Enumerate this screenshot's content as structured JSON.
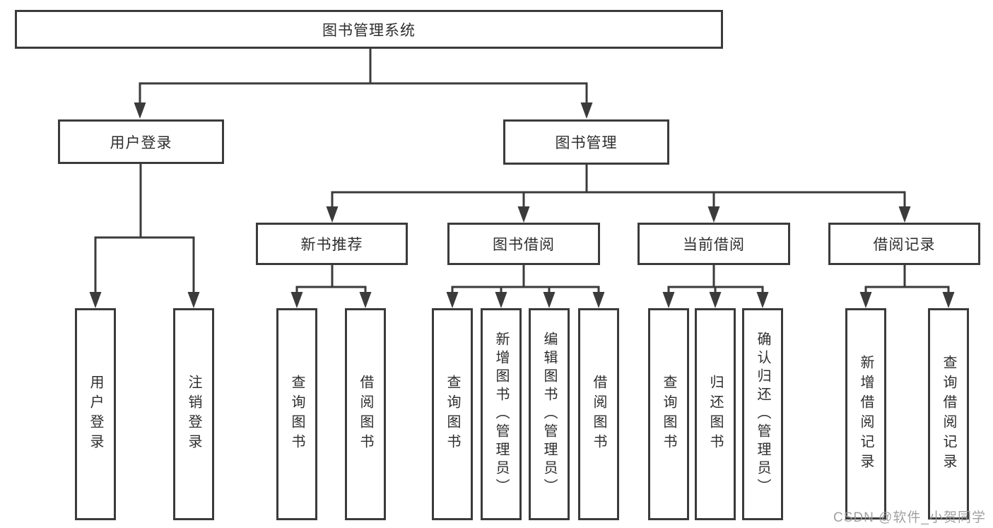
{
  "diagram": {
    "title_node": {
      "label": "图书管理系统"
    },
    "level2": [
      {
        "label": "用户登录",
        "children": [
          {
            "label": "用户登录"
          },
          {
            "label": "注销登录"
          }
        ]
      },
      {
        "label": "图书管理",
        "children": [
          {
            "label": "新书推荐",
            "children": [
              {
                "label": "查询图书"
              },
              {
                "label": "借阅图书"
              }
            ]
          },
          {
            "label": "图书借阅",
            "children": [
              {
                "label": "查询图书"
              },
              {
                "label": "新增图书（管理员）"
              },
              {
                "label": "编辑图书（管理员）"
              },
              {
                "label": "借阅图书"
              }
            ]
          },
          {
            "label": "当前借阅",
            "children": [
              {
                "label": "查询图书"
              },
              {
                "label": "归还图书"
              },
              {
                "label": "确认归还（管理员）"
              }
            ]
          },
          {
            "label": "借阅记录",
            "children": [
              {
                "label": "新增借阅记录"
              },
              {
                "label": "查询借阅记录"
              }
            ]
          }
        ]
      }
    ]
  },
  "watermark": {
    "text": "CSDN @软件_小贺同学"
  },
  "colors": {
    "line": "#3b3b3b",
    "box_border": "#3b3b3b",
    "text": "#2e2e2e",
    "background": "#ffffff",
    "watermark_gray": "#999999"
  }
}
